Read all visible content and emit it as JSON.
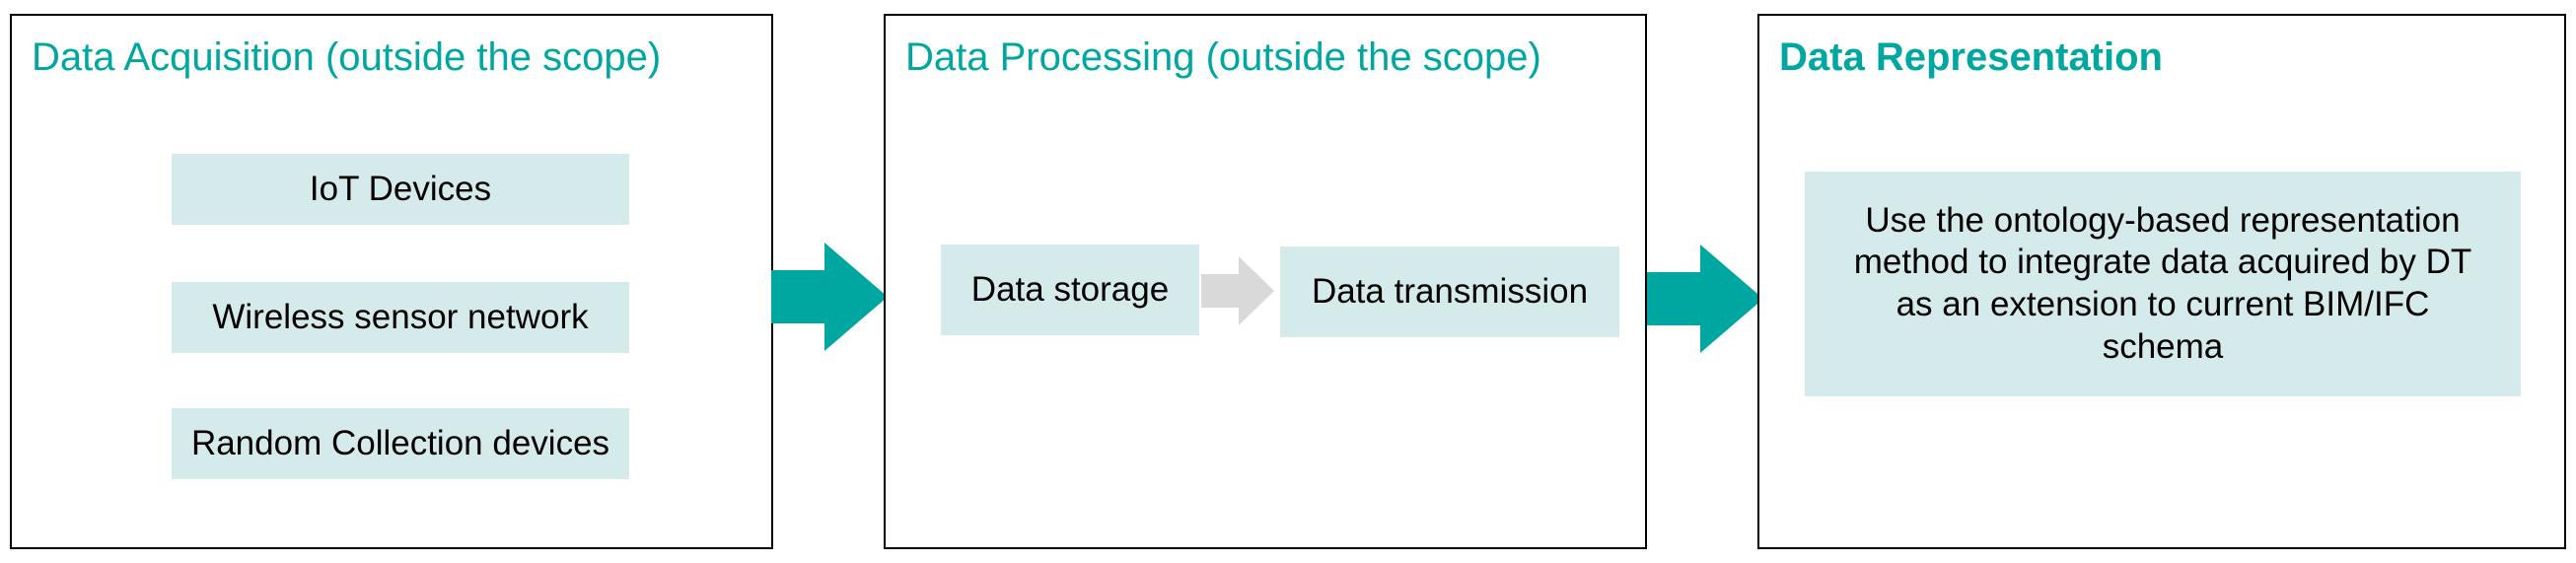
{
  "colors": {
    "accent": "#00a7a0",
    "box_fill": "#d5eaea",
    "small_arrow": "#d9d9d9",
    "border": "#000000"
  },
  "panels": [
    {
      "title": "Data Acquisition (outside the scope)",
      "items": [
        "IoT Devices",
        "Wireless sensor network",
        "Random Collection devices"
      ]
    },
    {
      "title": "Data Processing (outside the scope)",
      "items": [
        "Data storage",
        "Data transmission"
      ]
    },
    {
      "title": "Data Representation",
      "items": [
        "Use the ontology-based representation method to integrate data acquired by DT as an extension to current BIM/IFC schema"
      ]
    }
  ]
}
